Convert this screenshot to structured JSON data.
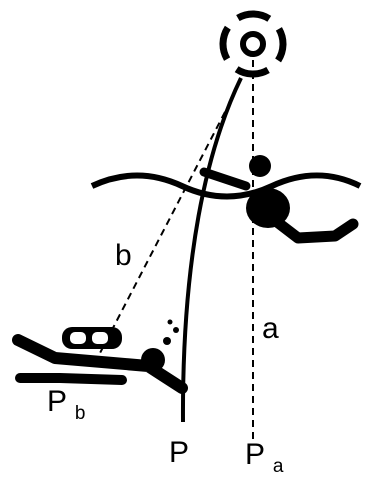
{
  "labels": {
    "a": "a",
    "b": "b",
    "p": "P",
    "pa_main": "P",
    "pa_sub": "a",
    "pb_main": "P",
    "pb_sub": "b"
  },
  "colors": {
    "ink": "#000000",
    "background": "#ffffff"
  },
  "icons": [
    "target-icon",
    "swimmer-icon",
    "diver-icon",
    "water-surface-icon"
  ]
}
